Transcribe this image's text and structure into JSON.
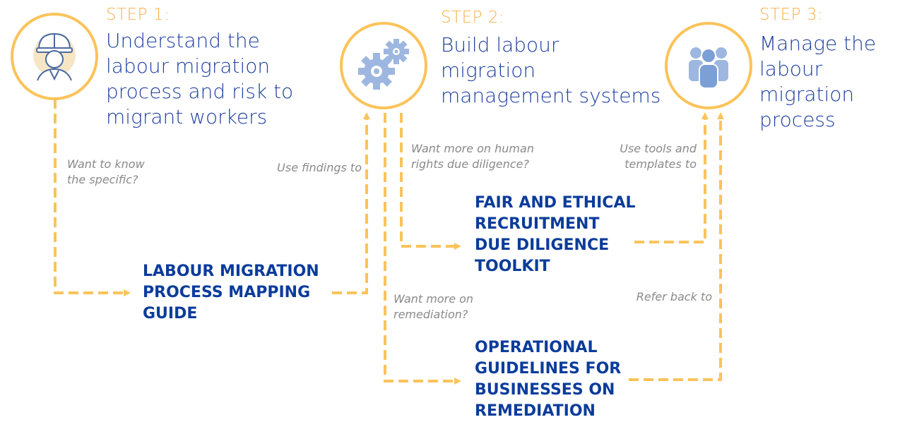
{
  "steps": [
    {
      "label": "STEP 1:",
      "title": "Understand the\nlabour migration\nprocess and risk to\nmigrant workers",
      "icon": "worker-helmet-icon"
    },
    {
      "label": "STEP 2:",
      "title": "Build labour\nmigration\nmanagement systems",
      "icon": "gears-icon"
    },
    {
      "label": "STEP 3:",
      "title": "Manage the\nlabour migration\nprocess",
      "icon": "people-group-icon"
    }
  ],
  "documents": {
    "mapping_guide": "LABOUR MIGRATION\nPROCESS MAPPING\nGUIDE",
    "toolkit": "FAIR AND ETHICAL\nRECRUITMENT\nDUE DILIGENCE\nTOOLKIT",
    "guidelines": "OPERATIONAL\nGUIDELINES FOR\nBUSINESSES ON\nREMEDIATION"
  },
  "notes": {
    "want_to_know": "Want to know\nthe specific?",
    "use_findings": "Use findings to",
    "want_hrdd": "Want more on human\nrights due diligence?",
    "use_tools": "Use tools and\ntemplates to",
    "want_remediation": "Want more on\nremediation?",
    "refer_back": "Refer back to"
  },
  "colors": {
    "accent": "#fbc35a",
    "step_label": "#f9b04a",
    "title": "#1f3fa0",
    "document": "#0b3c9b",
    "icon": "#9db7e0",
    "note": "#8a8a8a"
  }
}
